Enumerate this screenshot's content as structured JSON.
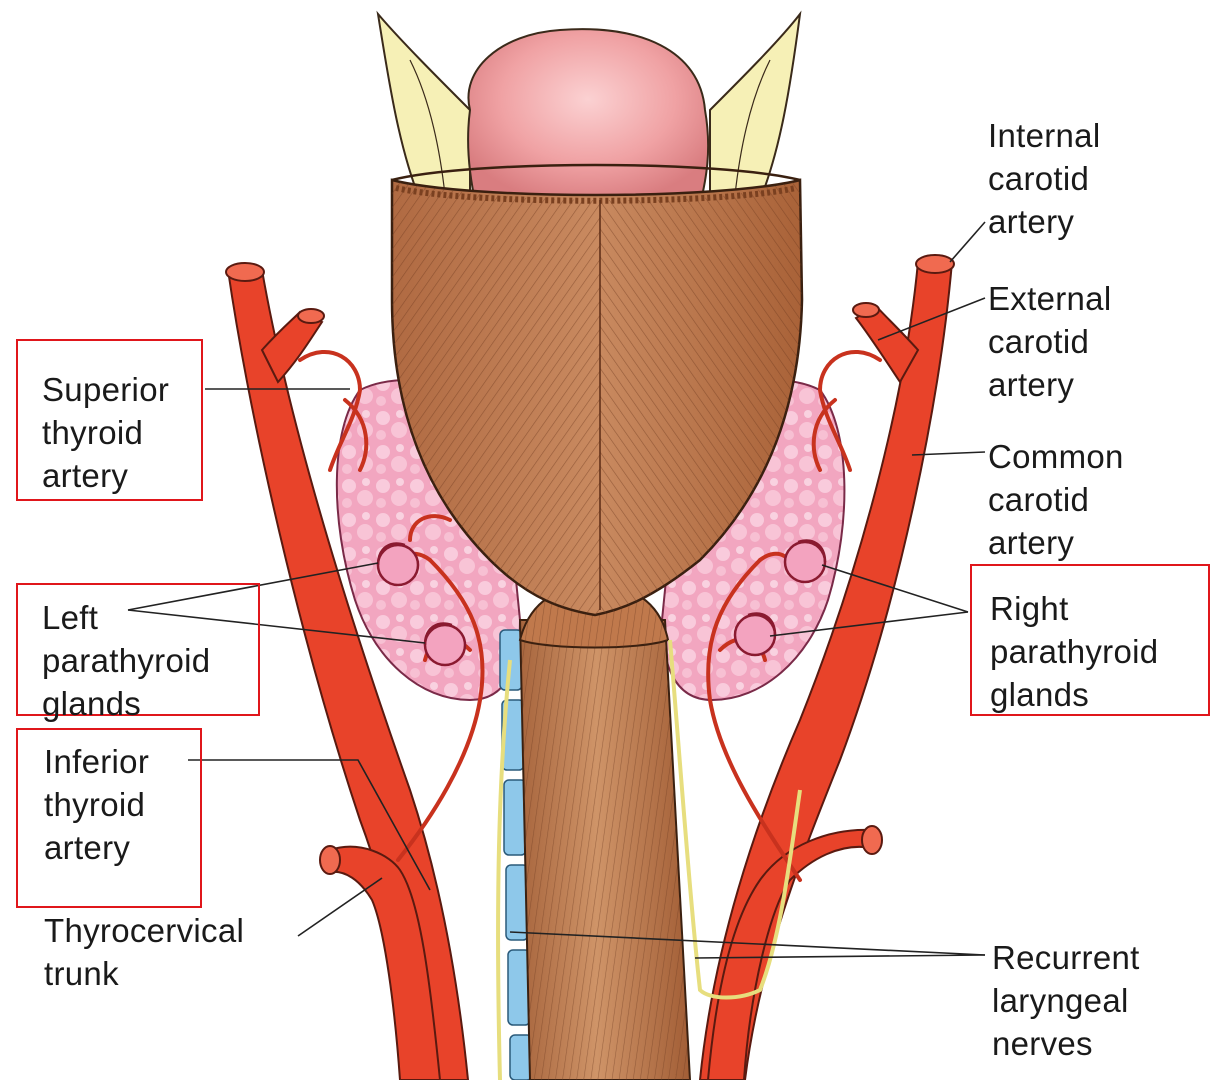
{
  "labels": {
    "superior_thyroid": [
      "Superior",
      "thyroid",
      "artery"
    ],
    "left_parathyroid": [
      "Left",
      "parathyroid",
      "glands"
    ],
    "inferior_thyroid": [
      "Inferior",
      "thyroid",
      "artery"
    ],
    "thyrocervical": [
      "Thyrocervical",
      "trunk"
    ],
    "internal_carotid": [
      "Internal",
      "carotid",
      "artery"
    ],
    "external_carotid": [
      "External",
      "carotid",
      "artery"
    ],
    "common_carotid": [
      "Common",
      "carotid",
      "artery"
    ],
    "right_parathyroid": [
      "Right",
      "parathyroid",
      "glands"
    ],
    "recurrent_laryngeal": [
      "Recurrent",
      "laryngeal",
      "nerves"
    ]
  },
  "colors": {
    "highlight_box": "#e0161b",
    "artery": "#e8432a",
    "muscle": "#b9744c",
    "thyroid": "#f1a3bd",
    "cartilage": "#f5f0b8",
    "nerve": "#f3ea9a",
    "vertebra": "#8ec8ea"
  }
}
